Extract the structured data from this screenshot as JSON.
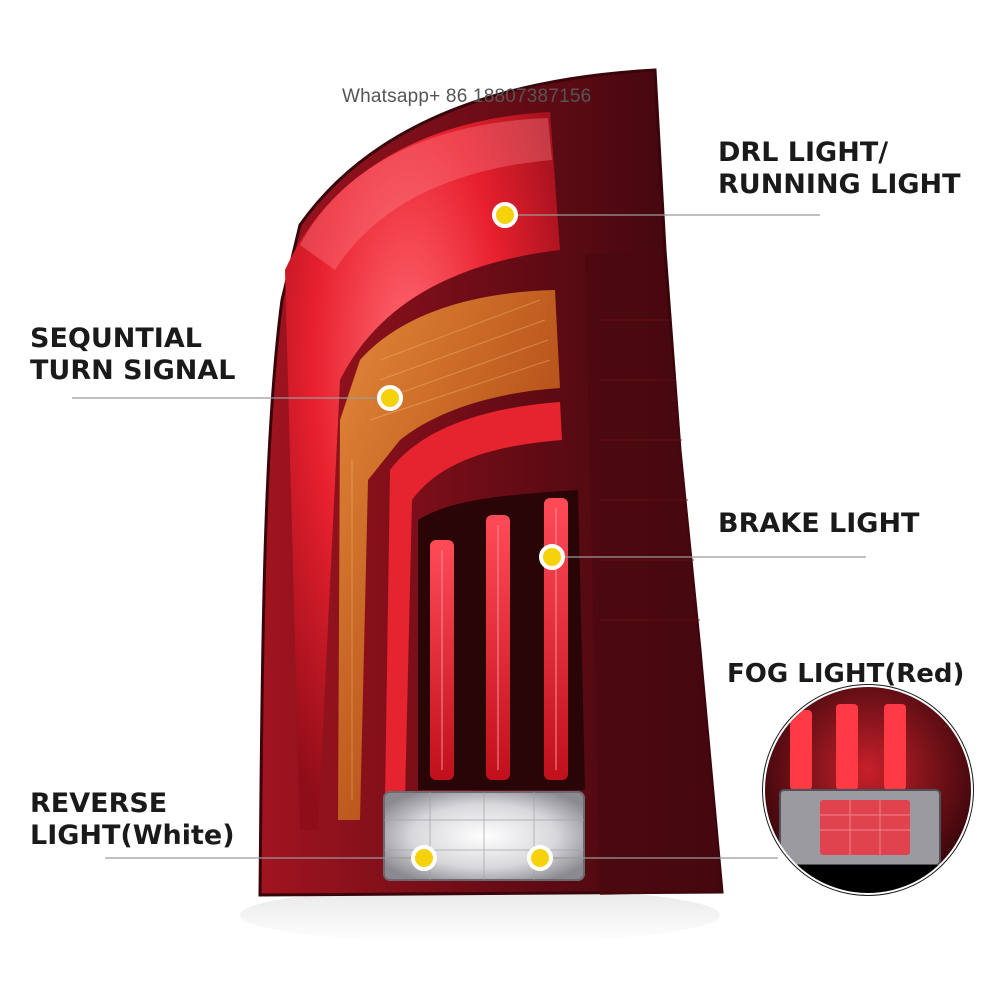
{
  "watermark": "Whatsapp+ 86 18807387156",
  "callouts": {
    "drl": {
      "line1": "DRL LIGHT/",
      "line2": "RUNNING LIGHT"
    },
    "turn": {
      "line1": "SEQUNTIAL",
      "line2": "TURN SIGNAL"
    },
    "brake": {
      "line1": "BRAKE LIGHT"
    },
    "fog": {
      "line1": "FOG LIGHT(Red)"
    },
    "reverse": {
      "line1": "REVERSE",
      "line2": "LIGHT(White)"
    }
  },
  "colors": {
    "housing": "#7a0f1a",
    "housing_dark": "#4a0810",
    "drl_red": "#e8202e",
    "amber": "#c8621a",
    "reverse_white": "#e8e8ea",
    "marker": "#f5d20a",
    "callout_line": "#9a9a9a"
  }
}
